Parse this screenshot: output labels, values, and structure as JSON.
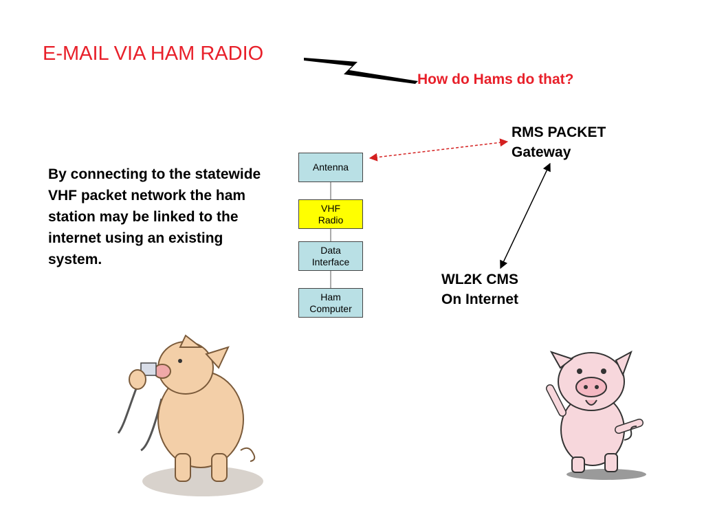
{
  "slide": {
    "title": "E-MAIL VIA HAM RADIO",
    "subtitle": "How do Hams do that?",
    "body": "By connecting to the statewide VHF packet network the ham station may be linked to the internet using an existing system."
  },
  "diagram": {
    "nodes": [
      {
        "id": "antenna",
        "lines": [
          "Antenna"
        ]
      },
      {
        "id": "vhf",
        "lines": [
          "VHF",
          "Radio"
        ]
      },
      {
        "id": "data",
        "lines": [
          "Data",
          "Interface"
        ]
      },
      {
        "id": "ham",
        "lines": [
          "Ham",
          "Computer"
        ]
      }
    ],
    "rms": {
      "line1": "RMS PACKET",
      "line2": "Gateway"
    },
    "cms": {
      "line1": "WL2K CMS",
      "line2": "On Internet"
    }
  },
  "colors": {
    "title": "#e8202a",
    "accent_box": "#b9e0e5",
    "radio_box": "#ffff00",
    "dashed_link": "#d42020",
    "pig_skin": "#f3cfa8",
    "pig_pink": "#f7d7dc"
  },
  "illustrations": [
    "pig-with-plug-illustration",
    "dancing-pig-illustration"
  ]
}
